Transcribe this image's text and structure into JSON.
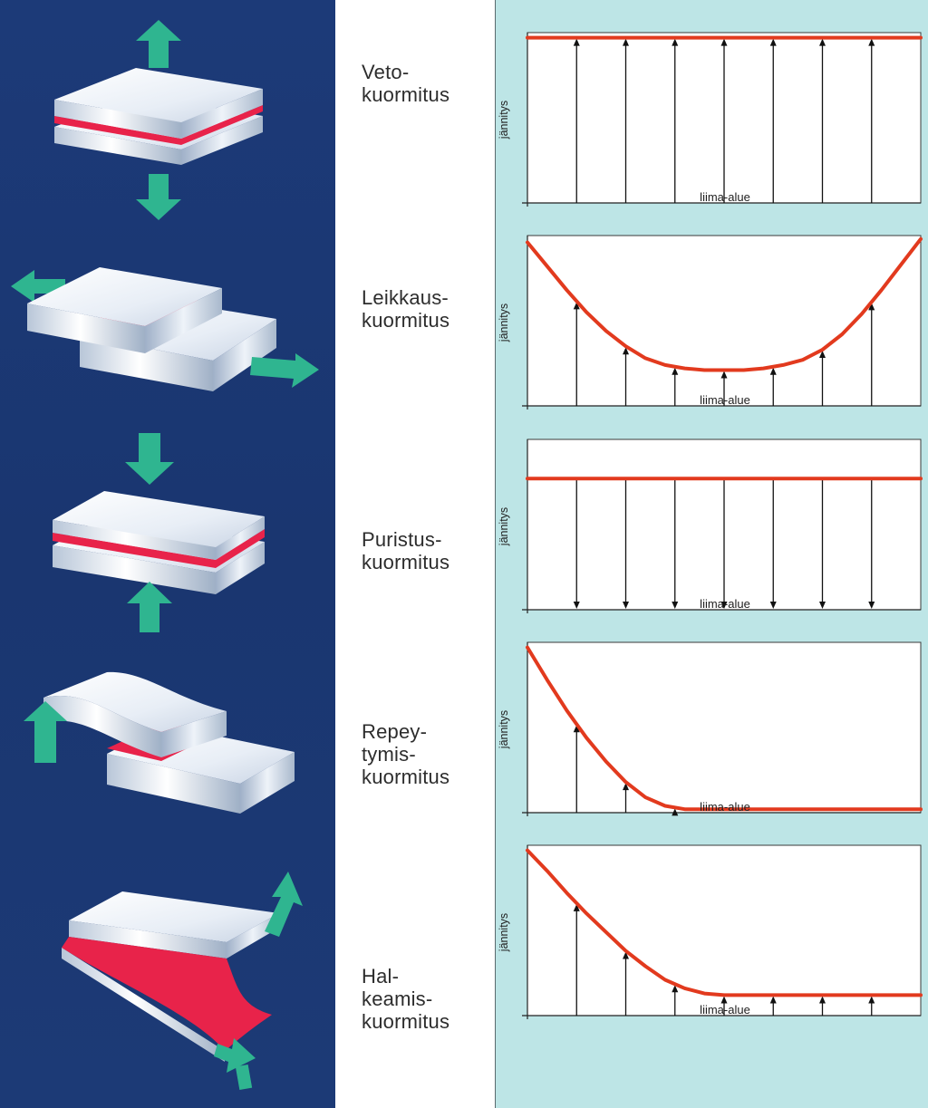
{
  "labels": {
    "tension": "Veto-\nkuormitus",
    "shear": "Leikkaus-\nkuormitus",
    "compression": "Puristus-\nkuormitus",
    "peel": "Repey-\ntymis-\nkuormitus",
    "cleavage": "Hal-\nkeamis-\nkuormitus"
  },
  "axis": {
    "ylabel": "jännitys",
    "xlabel": "liima-alue"
  },
  "colors": {
    "panel_blue": "#1c3a78",
    "chart_bg": "#bde5e6",
    "stress_curve": "#e23a1e",
    "arrow_green": "#2fb590",
    "adhesive_red": "#e8234a"
  },
  "chart_data": [
    {
      "type": "line",
      "name": "tension",
      "xlabel": "liima-alue",
      "ylabel": "jännitys",
      "xlim": [
        0,
        1
      ],
      "ylim": [
        0,
        1
      ],
      "x": [
        0,
        0.125,
        0.25,
        0.375,
        0.5,
        0.625,
        0.75,
        0.875,
        1
      ],
      "values": [
        0.97,
        0.97,
        0.97,
        0.97,
        0.97,
        0.97,
        0.97,
        0.97,
        0.97
      ],
      "arrow_x": [
        0.125,
        0.25,
        0.375,
        0.5,
        0.625,
        0.75,
        0.875
      ],
      "arrow_direction": "up"
    },
    {
      "type": "line",
      "name": "shear",
      "xlabel": "liima-alue",
      "ylabel": "jännitys",
      "xlim": [
        0,
        1
      ],
      "ylim": [
        0,
        1
      ],
      "x": [
        0,
        0.05,
        0.1,
        0.15,
        0.2,
        0.25,
        0.3,
        0.35,
        0.4,
        0.45,
        0.5,
        0.55,
        0.6,
        0.65,
        0.7,
        0.75,
        0.8,
        0.85,
        0.9,
        0.95,
        1
      ],
      "values": [
        0.96,
        0.82,
        0.68,
        0.55,
        0.44,
        0.35,
        0.28,
        0.24,
        0.22,
        0.21,
        0.21,
        0.21,
        0.22,
        0.24,
        0.27,
        0.33,
        0.42,
        0.54,
        0.68,
        0.83,
        0.98
      ],
      "arrow_x": [
        0.125,
        0.25,
        0.375,
        0.5,
        0.625,
        0.75,
        0.875
      ],
      "arrow_direction": "up"
    },
    {
      "type": "line",
      "name": "compression",
      "xlabel": "liima-alue",
      "ylabel": "jännitys",
      "xlim": [
        0,
        1
      ],
      "ylim": [
        0,
        1
      ],
      "x": [
        0,
        0.125,
        0.25,
        0.375,
        0.5,
        0.625,
        0.75,
        0.875,
        1
      ],
      "values": [
        0.77,
        0.77,
        0.77,
        0.77,
        0.77,
        0.77,
        0.77,
        0.77,
        0.77
      ],
      "arrow_x": [
        0.125,
        0.25,
        0.375,
        0.5,
        0.625,
        0.75,
        0.875
      ],
      "arrow_direction": "down"
    },
    {
      "type": "line",
      "name": "peel",
      "xlabel": "liima-alue",
      "ylabel": "jännitys",
      "xlim": [
        0,
        1
      ],
      "ylim": [
        0,
        1
      ],
      "x": [
        0,
        0.05,
        0.1,
        0.15,
        0.2,
        0.25,
        0.3,
        0.35,
        0.4,
        0.45,
        0.5,
        1
      ],
      "values": [
        0.97,
        0.78,
        0.6,
        0.44,
        0.3,
        0.18,
        0.09,
        0.04,
        0.02,
        0.02,
        0.02,
        0.02
      ],
      "arrow_x": [
        0.125,
        0.25,
        0.375
      ],
      "arrow_direction": "up"
    },
    {
      "type": "line",
      "name": "cleavage",
      "xlabel": "liima-alue",
      "ylabel": "jännitys",
      "xlim": [
        0,
        1
      ],
      "ylim": [
        0,
        1
      ],
      "x": [
        0,
        0.05,
        0.1,
        0.15,
        0.2,
        0.25,
        0.3,
        0.35,
        0.4,
        0.45,
        0.5,
        0.55,
        0.6,
        1
      ],
      "values": [
        0.97,
        0.85,
        0.72,
        0.6,
        0.49,
        0.38,
        0.29,
        0.21,
        0.16,
        0.13,
        0.12,
        0.12,
        0.12,
        0.12
      ],
      "arrow_x": [
        0.125,
        0.25,
        0.375,
        0.5,
        0.625,
        0.75,
        0.875
      ],
      "arrow_direction": "up"
    }
  ]
}
